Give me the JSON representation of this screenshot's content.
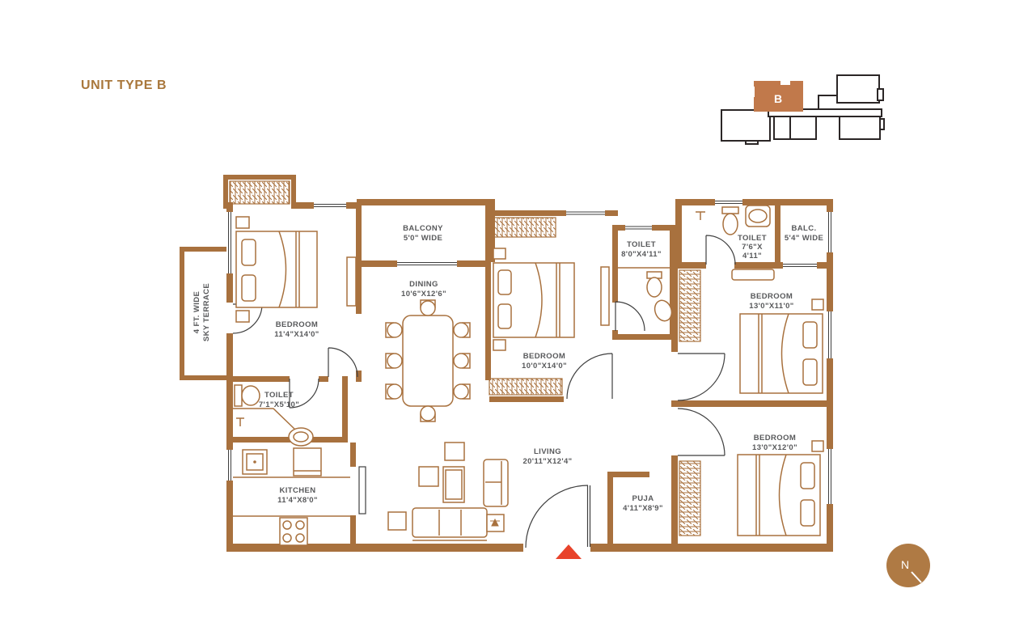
{
  "page": {
    "title": "UNIT TYPE B"
  },
  "key_plan": {
    "unit_label": "B"
  },
  "compass": {
    "label": "N"
  },
  "colors": {
    "wall_brown": "#A8713E",
    "label_gray": "#58595B",
    "title_brown": "#A9773B",
    "keyplan_unit_fill": "#C1794B",
    "compass_fill": "#AF7A44",
    "entry_marker_red": "#E8432B"
  },
  "rooms": [
    {
      "id": "bedroom-1",
      "line1": "BEDROOM",
      "line2": "11'4\"X14'0\""
    },
    {
      "id": "balcony-1",
      "line1": "BALCONY",
      "line2": "5'0\" WIDE"
    },
    {
      "id": "dining",
      "line1": "DINING",
      "line2": "10'6\"X12'6\""
    },
    {
      "id": "bedroom-2",
      "line1": "BEDROOM",
      "line2": "10'0\"X14'0\""
    },
    {
      "id": "toilet-1",
      "line1": "TOILET",
      "line2": "8'0\"X4'11\""
    },
    {
      "id": "toilet-2",
      "line1": "TOILET",
      "line2": "7'6\"X",
      "line3": "4'11\""
    },
    {
      "id": "balcony-2",
      "line1": "BALC.",
      "line2": "5'4\" WIDE"
    },
    {
      "id": "bedroom-3",
      "line1": "BEDROOM",
      "line2": "13'0\"X11'0\""
    },
    {
      "id": "sky-terrace",
      "line1": "4 FT. WIDE",
      "line2": "SKY TERRACE"
    },
    {
      "id": "toilet-3",
      "line1": "TOILET",
      "line2": "7'1\"X5'10\""
    },
    {
      "id": "kitchen",
      "line1": "KITCHEN",
      "line2": "11'4\"X8'0\""
    },
    {
      "id": "living",
      "line1": "LIVING",
      "line2": "20'11\"X12'4\""
    },
    {
      "id": "puja",
      "line1": "PUJA",
      "line2": "4'11\"X8'9\""
    },
    {
      "id": "bedroom-4",
      "line1": "BEDROOM",
      "line2": "13'0\"X12'0\""
    }
  ]
}
